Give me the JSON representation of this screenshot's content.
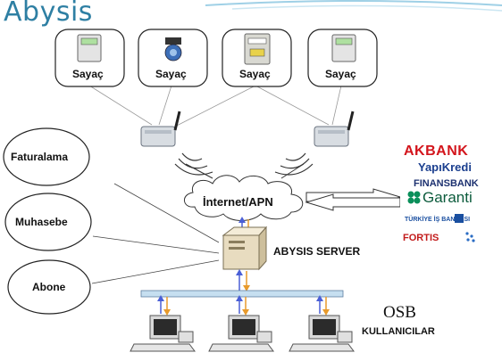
{
  "title": "Abysis",
  "meters": [
    "Sayaç",
    "Sayaç",
    "Sayaç",
    "Sayaç"
  ],
  "services": [
    "Faturalama",
    "Muhasebe",
    "Abone"
  ],
  "internet_label": "İnternet/APN",
  "server_label": "ABYSIS SERVER",
  "osb_label": "OSB",
  "users_label": "KULLANICILAR",
  "banks": {
    "akbank": "AKBANK",
    "yapikredi": "YapıKredi",
    "finansbank": "FINANSBANK",
    "garanti": "Garanti",
    "isbank": "TÜRKİYE İŞ BANKASI",
    "fortis": "FORTIS"
  },
  "colors": {
    "title": "#2e7fa3",
    "bus": "#c6dff0",
    "arrow_up": "#4a5fd6",
    "arrow_down": "#e89a2c"
  }
}
